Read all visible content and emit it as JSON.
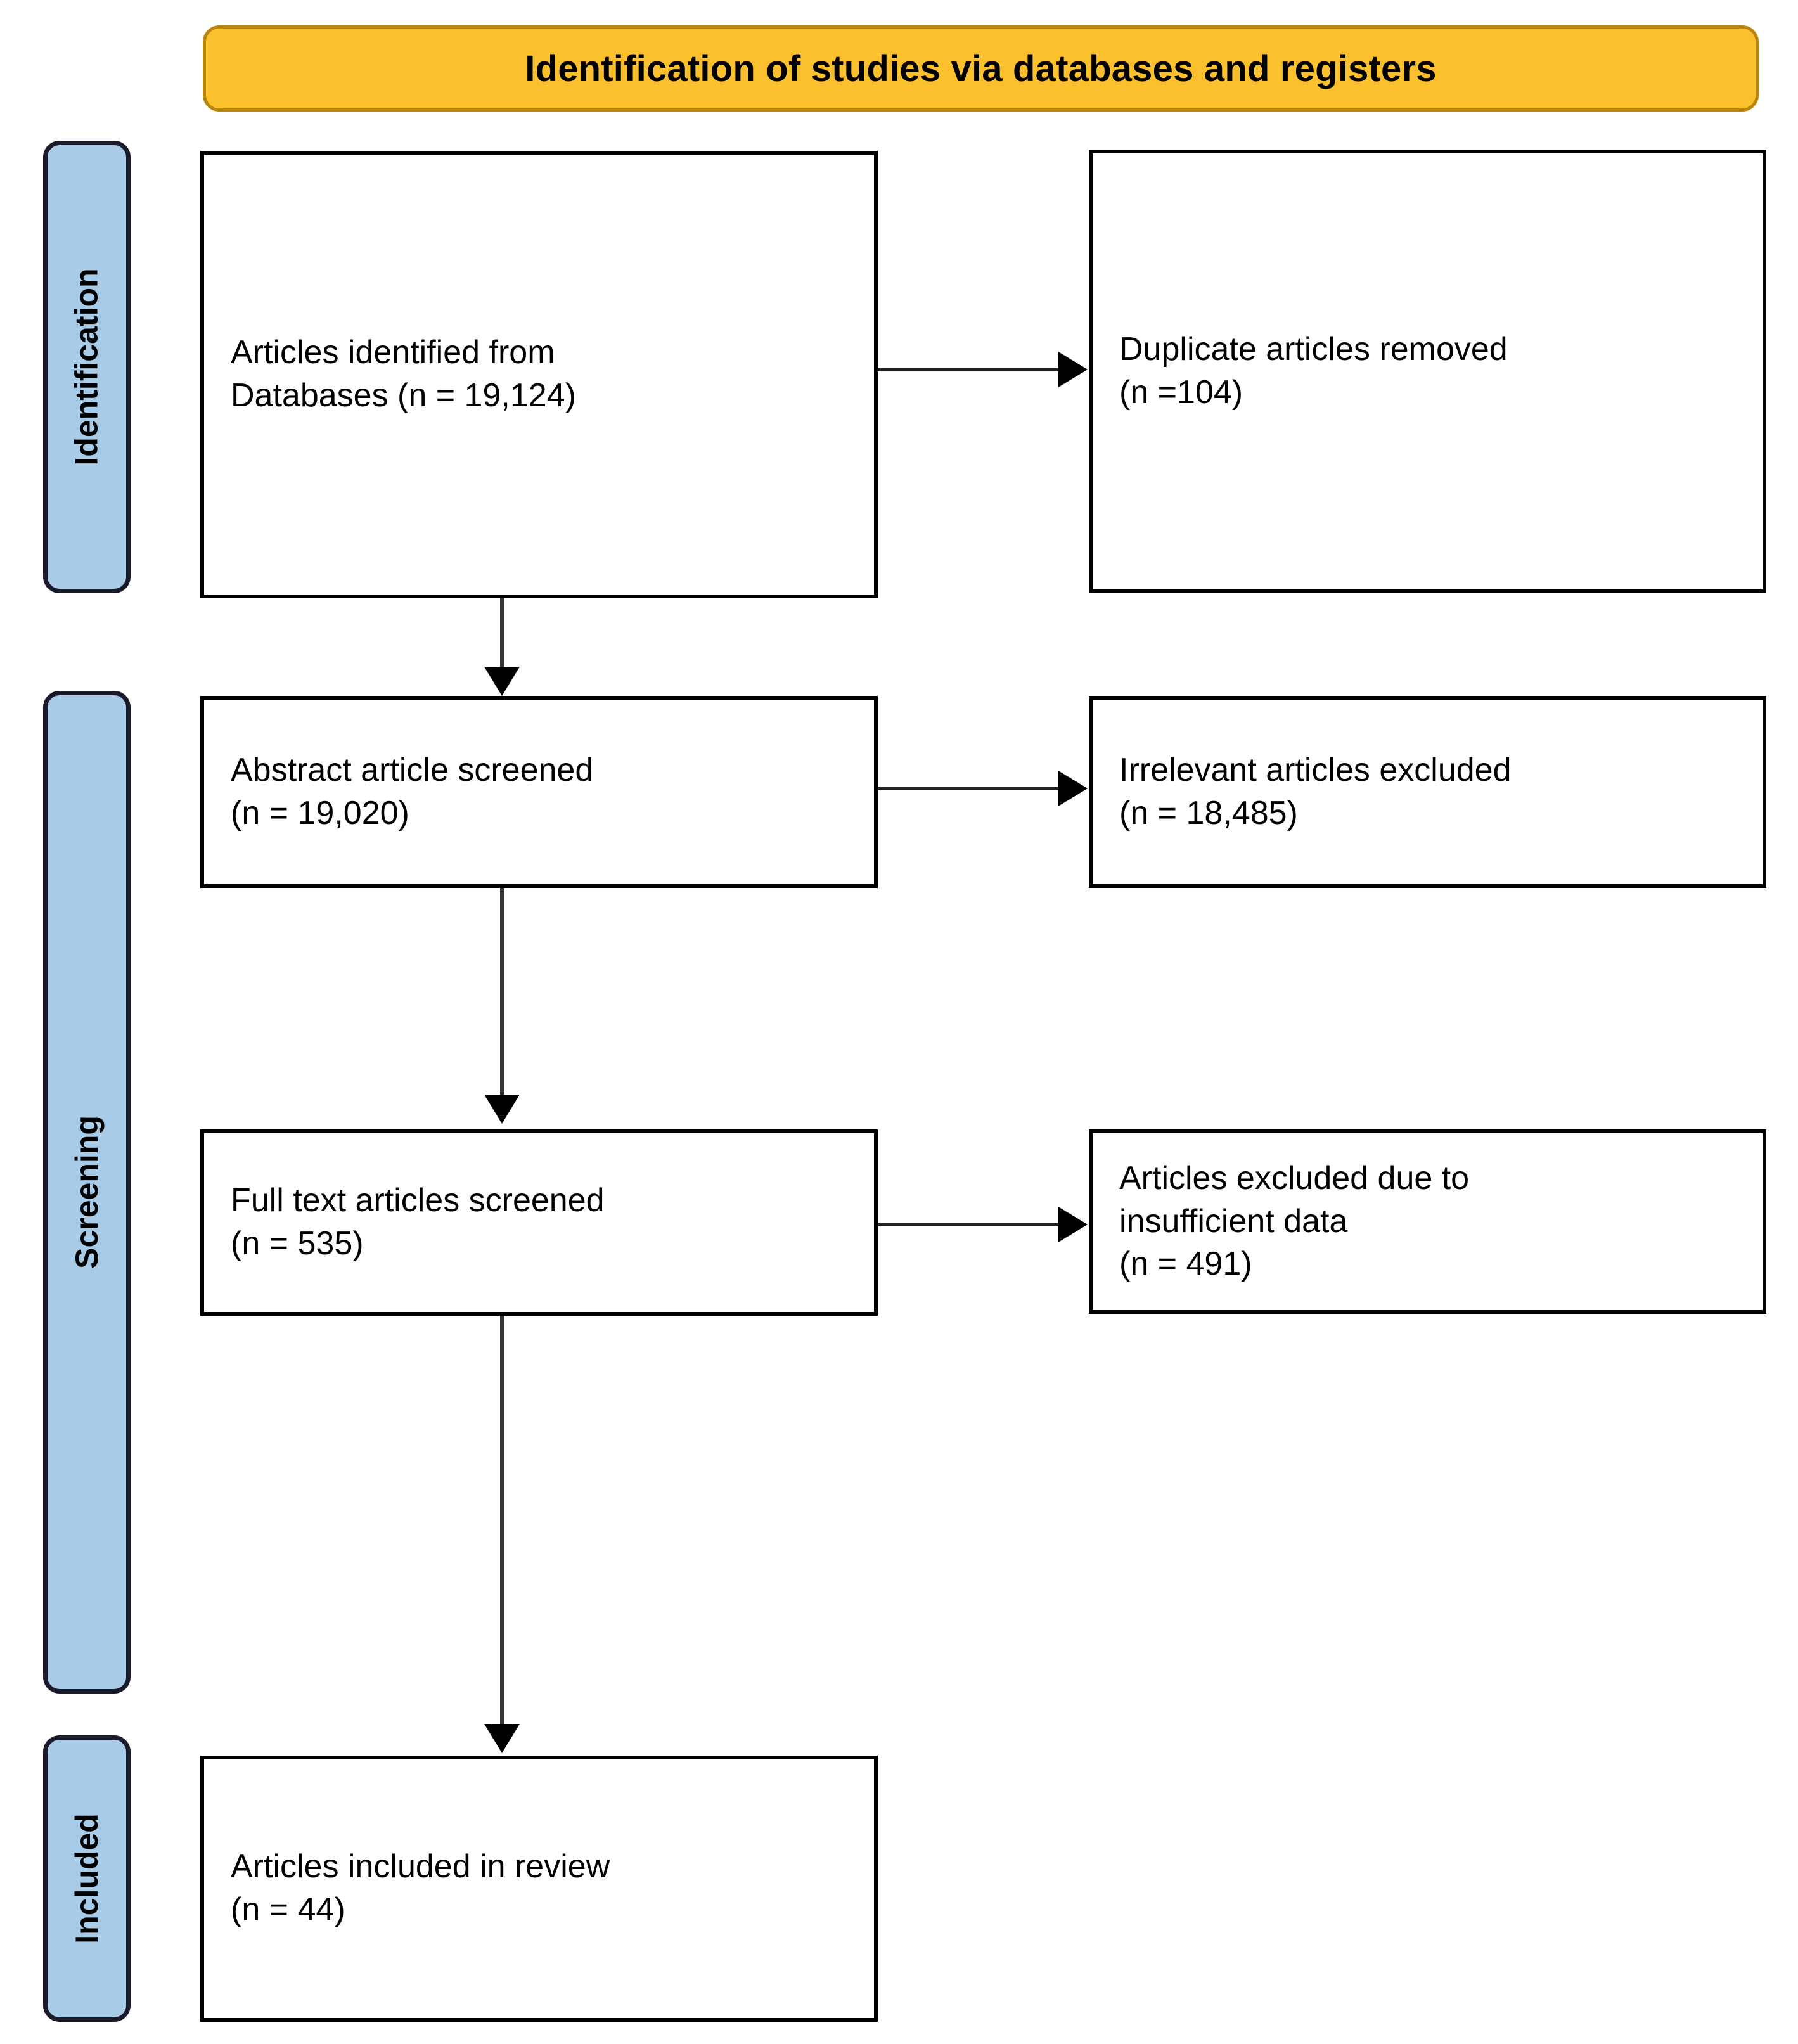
{
  "diagram": {
    "type": "prisma-flow-diagram",
    "title": "Identification of studies via databases and registers",
    "colors": {
      "banner_fill": "#FBC02D",
      "banner_border": "#B8860B",
      "stage_band_fill": "#A8CBE8",
      "stage_band_border": "#1A1A2B",
      "box_border": "#000000",
      "box_fill": "#FFFFFF",
      "connector": "#000000"
    }
  },
  "stages": [
    {
      "id": "identification",
      "label": "Identification"
    },
    {
      "id": "screening",
      "label": "Screening"
    },
    {
      "id": "included",
      "label": "Included"
    }
  ],
  "boxes": {
    "identified": {
      "text": "Articles identified from\n    Databases (n = 19,124)",
      "line1": "Articles identified from",
      "line2": "Databases (n = 19,124)",
      "count": 19124
    },
    "duplicates": {
      "text": "Duplicate articles removed\n(n =104)",
      "line1": "Duplicate articles removed",
      "line2": "(n =104)",
      "count": 104
    },
    "abstract": {
      "text": "Abstract article screened\n(n = 19,020)",
      "line1": "Abstract article screened",
      "line2": "(n = 19,020)",
      "count": 19020
    },
    "irrelevant": {
      "text": "Irrelevant articles excluded\n(n = 18,485)",
      "line1": "Irrelevant articles excluded",
      "line2": "(n = 18,485)",
      "count": 18485
    },
    "fulltext": {
      "text": "Full text articles screened\n(n = 535)",
      "line1": "Full text articles screened",
      "line2": "(n = 535)",
      "count": 535
    },
    "excluded": {
      "text": "Articles excluded due to\ninsufficient data\n(n = 491)",
      "line1": "Articles excluded due to",
      "line2": "insufficient data",
      "line3": "(n = 491)",
      "count": 491
    },
    "included": {
      "text": "Articles included in review\n(n = 44)",
      "line1": "Articles included in review",
      "line2": "(n = 44)",
      "count": 44
    }
  },
  "flows": [
    {
      "from": "identified",
      "to": "duplicates",
      "direction": "right"
    },
    {
      "from": "identified",
      "to": "abstract",
      "direction": "down"
    },
    {
      "from": "abstract",
      "to": "irrelevant",
      "direction": "right"
    },
    {
      "from": "abstract",
      "to": "fulltext",
      "direction": "down"
    },
    {
      "from": "fulltext",
      "to": "excluded",
      "direction": "right"
    },
    {
      "from": "fulltext",
      "to": "included",
      "direction": "down"
    }
  ]
}
